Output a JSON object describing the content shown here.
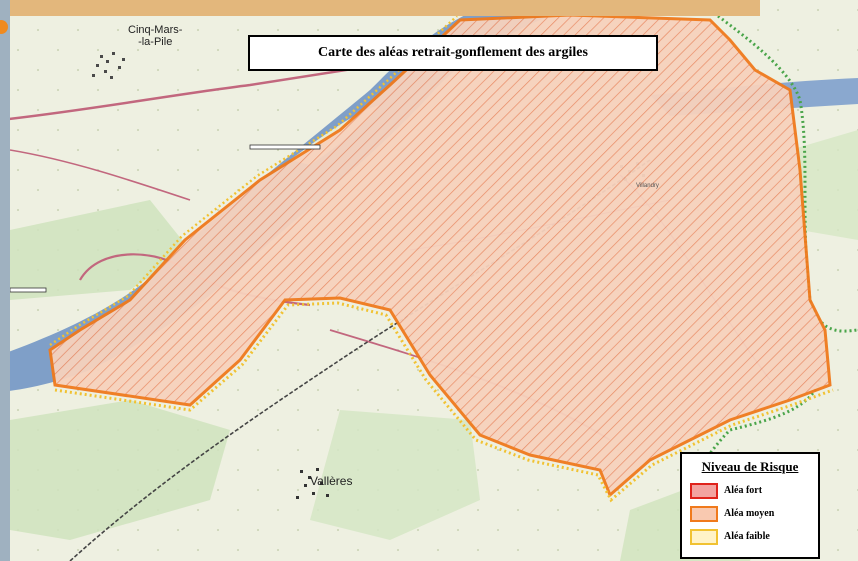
{
  "map": {
    "title": "Carte des aléas retrait-gonflement des argiles",
    "places": {
      "cinq_mars": "Cinq-Mars-\n-la-Pile",
      "villandry": "Villandry",
      "vallieres": "Vallères"
    }
  },
  "legend": {
    "title": "Niveau de Risque",
    "items": [
      {
        "label": "Aléa fort",
        "fill": "#f3a3a0",
        "stroke": "#e0231c"
      },
      {
        "label": "Aléa moyen",
        "fill": "#f9c9b0",
        "stroke": "#f07a1c"
      },
      {
        "label": "Aléa faible",
        "fill": "#fff3c8",
        "stroke": "#f1c232"
      }
    ]
  },
  "colors": {
    "river": "#7f9fc8",
    "zone_fill": "#f6c7ad",
    "zone_outline": "#f07a1c",
    "faible_dots": "#f1c232",
    "green_boundary": "#4aa54a",
    "road": "#c2677e"
  }
}
